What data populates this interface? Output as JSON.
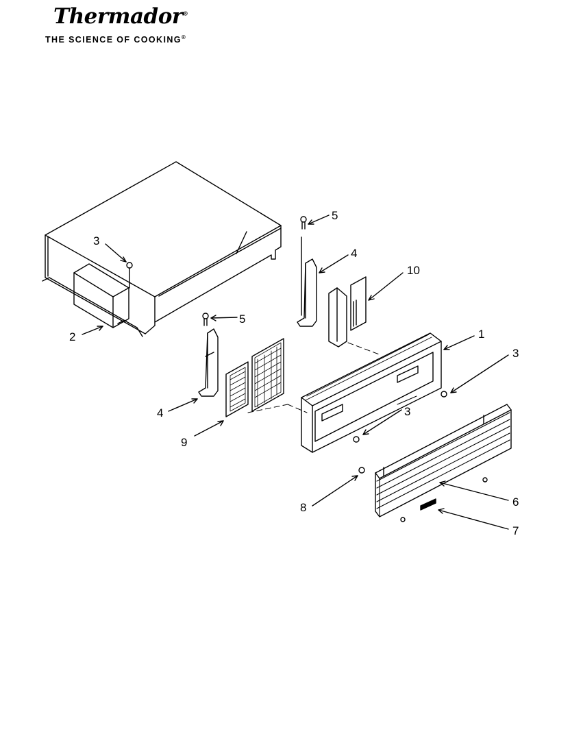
{
  "brand": {
    "name": "Thermador",
    "tagline": "THE SCIENCE OF COOKING",
    "registered_mark": "®"
  },
  "callouts": [
    {
      "id": "c3a",
      "label": "3"
    },
    {
      "id": "c2",
      "label": "2"
    },
    {
      "id": "c5a",
      "label": "5"
    },
    {
      "id": "c4a",
      "label": "4"
    },
    {
      "id": "c10",
      "label": "10"
    },
    {
      "id": "c1",
      "label": "1"
    },
    {
      "id": "c3b",
      "label": "3"
    },
    {
      "id": "c5b",
      "label": "5"
    },
    {
      "id": "c4b",
      "label": "4"
    },
    {
      "id": "c9",
      "label": "9"
    },
    {
      "id": "c3c",
      "label": "3"
    },
    {
      "id": "c8",
      "label": "8"
    },
    {
      "id": "c6",
      "label": "6"
    },
    {
      "id": "c7",
      "label": "7"
    }
  ]
}
